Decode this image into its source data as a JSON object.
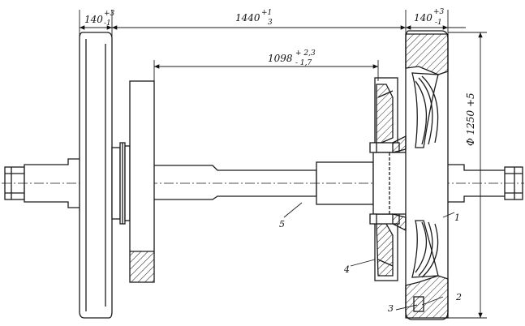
{
  "dimensions": {
    "left_wheel_width": {
      "base": "140",
      "upper": "+3",
      "lower": "-1"
    },
    "wheel_gauge": {
      "base": "1440",
      "upper": "+1",
      "lower": "3"
    },
    "right_wheel_width": {
      "base": "140",
      "upper": "+3",
      "lower": "-1"
    },
    "inner_distance": {
      "base": "1098",
      "upper": "+ 2,3",
      "lower": "- 1,7"
    },
    "wheel_diameter": "Φ 1250 +5"
  },
  "part_labels": {
    "axle": "5",
    "wheel_center": "1",
    "tire": "2",
    "ring": "3",
    "gear": "4"
  },
  "colors": {
    "ink": "#1a1a1a",
    "paper": "#ffffff"
  }
}
